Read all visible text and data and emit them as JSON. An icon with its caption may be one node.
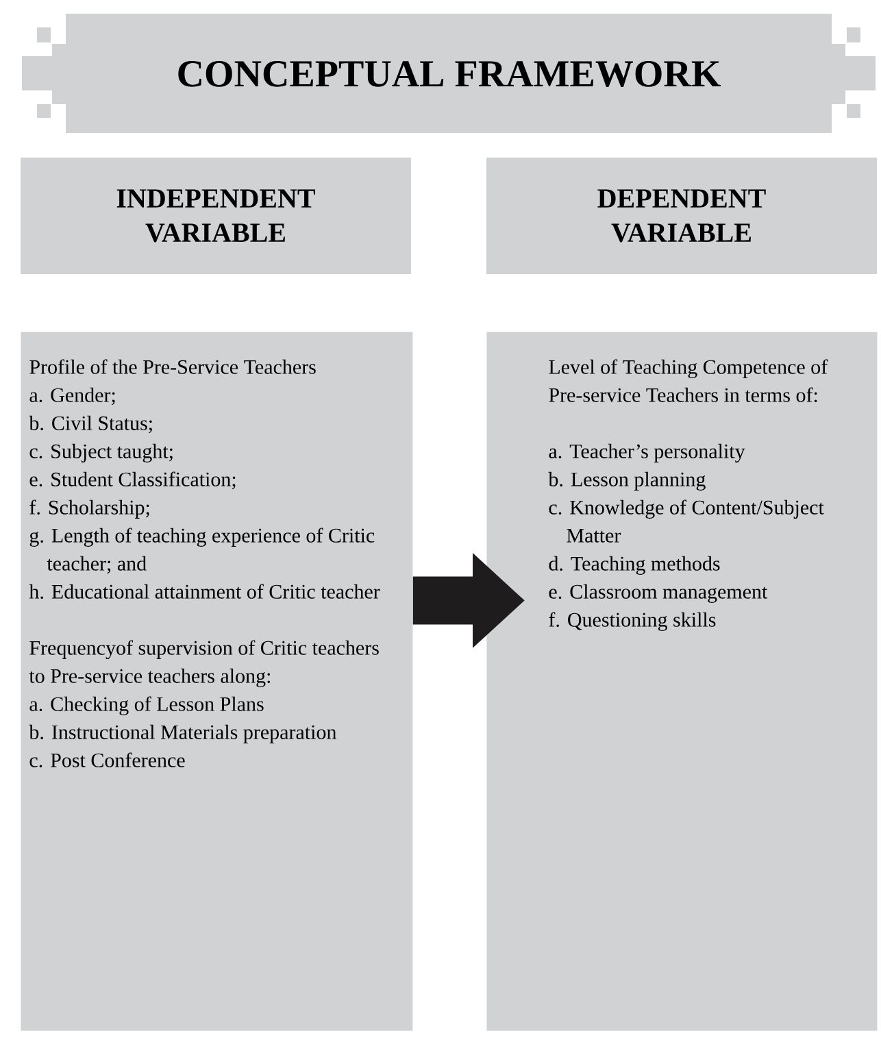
{
  "diagram": {
    "title": "CONCEPTUAL FRAMEWORK",
    "nodes": [
      {
        "text": [
          "INDEPENDENT VARIABLE"
        ]
      },
      {
        "text": [
          "DEPENDENT VARIABLE"
        ]
      },
      {
        "text": [
          "Profile of the Pre-Service Teachers",
          "a. Gender;",
          "b. Civil Status;",
          "c. Subject taught;",
          "e. Student Classification;",
          "f. Scholarship;",
          "g. Length of teaching experience of Critic teacher; and",
          "h. Educational attainment of Critic teacher",
          "Frequencyof supervision of Critic teachers to Pre-service teachers along:",
          "a. Checking of Lesson Plans",
          "b. Instructional Materials preparation",
          "c. Post Conference"
        ]
      },
      {
        "text": [
          "Level of Teaching Competence of Pre-service Teachers in terms of:",
          "a. Teacher’s personality",
          "b. Lesson planning",
          "c. Knowledge of Content/Subject Matter",
          "d. Teaching methods",
          "e. Classroom management",
          "f. Questioning skills"
        ]
      }
    ],
    "edges": [
      {
        "from": 2,
        "to": 3,
        "arrow": "to"
      }
    ]
  }
}
